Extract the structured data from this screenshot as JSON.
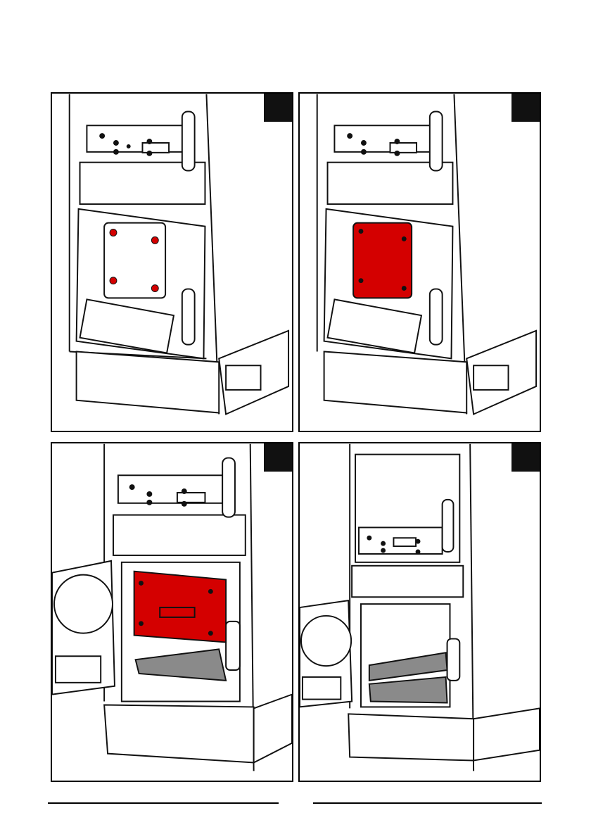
{
  "panels": [
    {
      "step": "",
      "state": "inspection-cover-closed",
      "cover_bolts": 4
    },
    {
      "step": "",
      "state": "inspection-cover-highlighted"
    },
    {
      "step": "",
      "state": "door-open-baffle-highlighted"
    },
    {
      "step": "",
      "state": "door-open-baffle-removed"
    }
  ],
  "colors": {
    "highlight": "#d40000",
    "line": "#111111",
    "grate": "#8a8a8a",
    "step_tab": "#111111"
  }
}
